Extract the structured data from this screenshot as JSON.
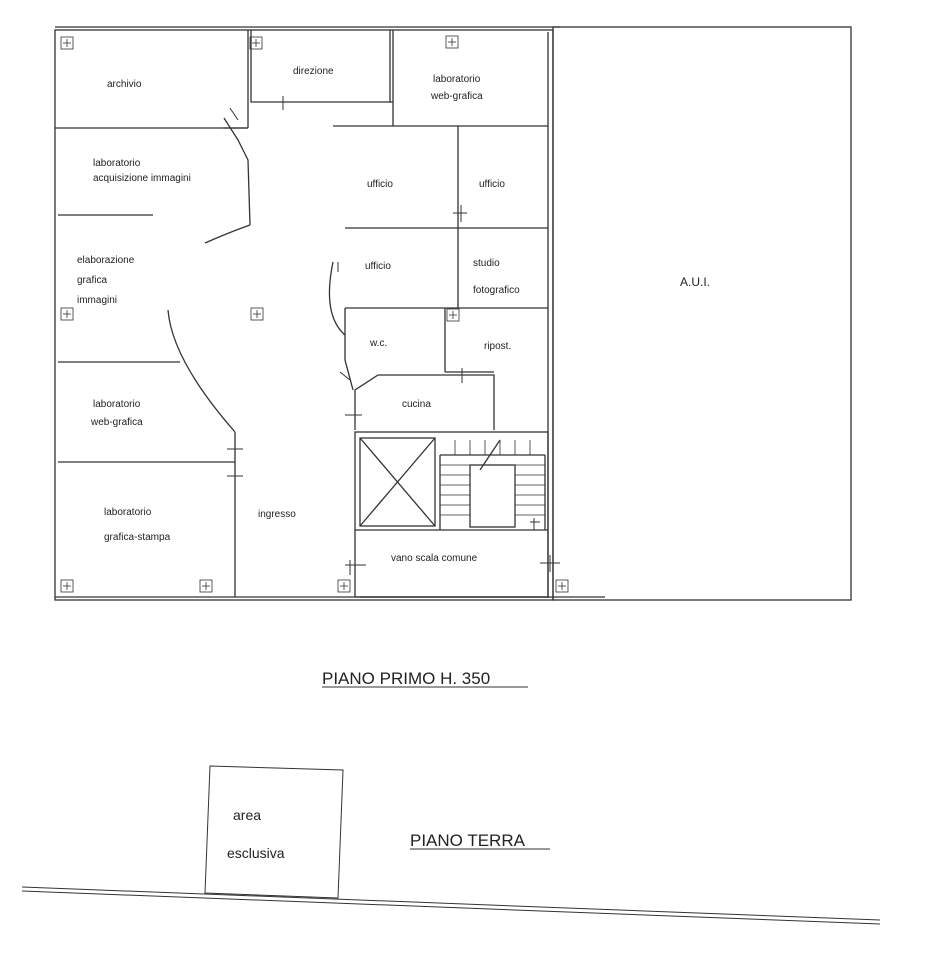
{
  "rooms": {
    "archivio": "archivio",
    "direzione": "direzione",
    "lab_web_top_1": "laboratorio",
    "lab_web_top_2": "web-grafica",
    "lab_acq_1": "laboratorio",
    "lab_acq_2": "acquisizione immagini",
    "ufficio_1": "ufficio",
    "ufficio_2": "ufficio",
    "ufficio_3": "ufficio",
    "elab_1": "elaborazione",
    "elab_2": "grafica",
    "elab_3": "immagini",
    "studio_1": "studio",
    "studio_2": "fotografico",
    "wc": "w.c.",
    "ripost": "ripost.",
    "lab_web_left_1": "laboratorio",
    "lab_web_left_2": "web-grafica",
    "cucina": "cucina",
    "lab_stampa_1": "laboratorio",
    "lab_stampa_2": "grafica-stampa",
    "ingresso": "ingresso",
    "vano_scala": "vano scala comune",
    "aui": "A.U.I."
  },
  "titles": {
    "piano_primo": "PIANO PRIMO H. 350",
    "piano_terra": "PIANO TERRA"
  },
  "ground": {
    "area_1": "area",
    "area_2": "esclusiva"
  }
}
